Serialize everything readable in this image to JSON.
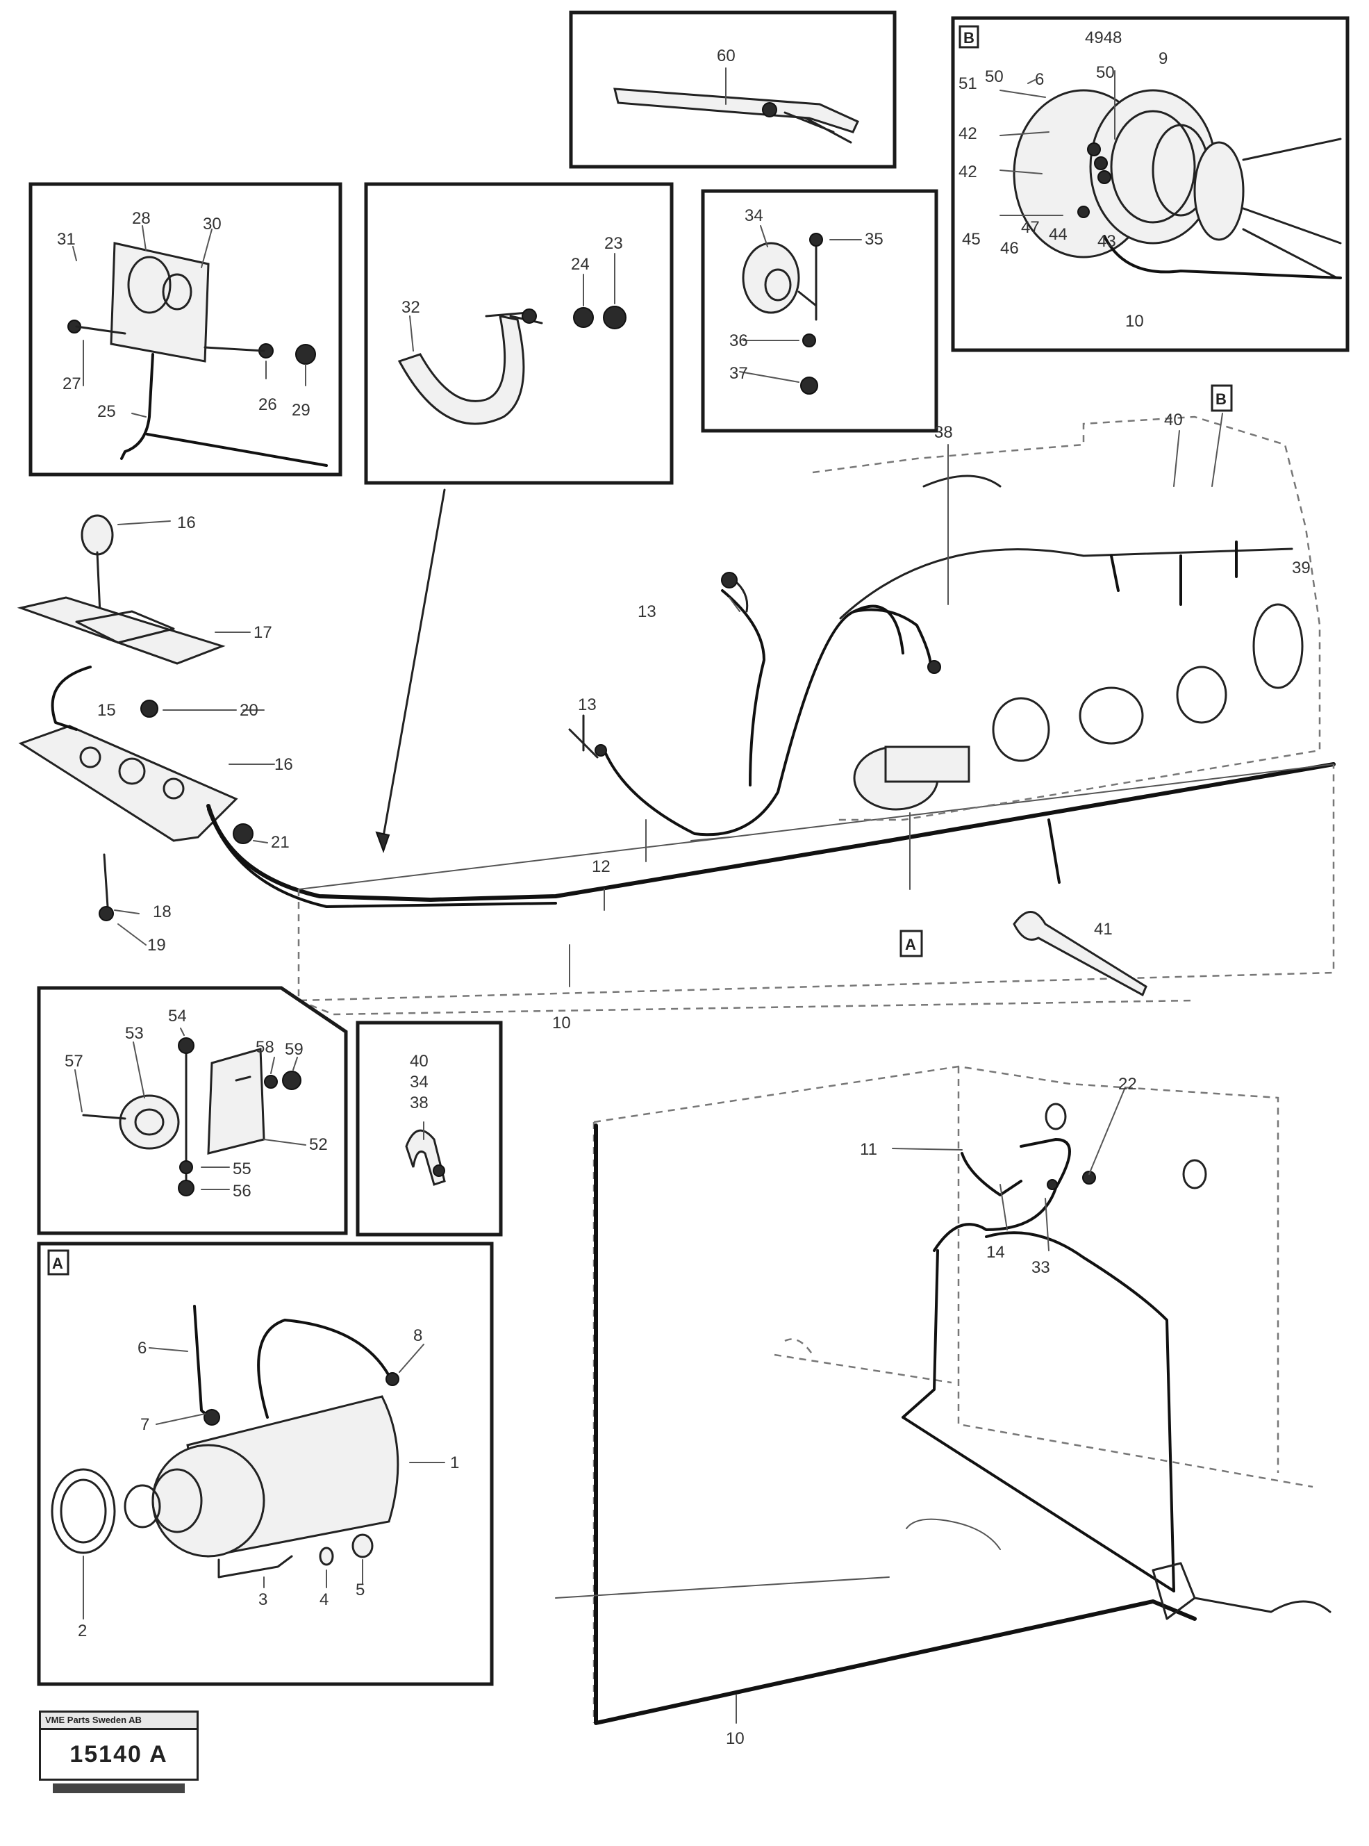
{
  "callouts": {
    "n1": "1",
    "n2": "2",
    "n3": "3",
    "n4": "4",
    "n5": "5",
    "n6": "6",
    "n7": "7",
    "n8": "8",
    "n9": "9",
    "n10": "10",
    "n11": "11",
    "n12": "12",
    "n13": "13",
    "n14": "14",
    "n15": "15",
    "n16": "16",
    "n17": "17",
    "n18": "18",
    "n19": "19",
    "n20": "20",
    "n21": "21",
    "n22": "22",
    "n23": "23",
    "n24": "24",
    "n25": "25",
    "n26": "26",
    "n27": "27",
    "n28": "28",
    "n29": "29",
    "n30": "30",
    "n31": "31",
    "n32": "32",
    "n33": "33",
    "n34": "34",
    "n35": "35",
    "n36": "36",
    "n37": "37",
    "n38": "38",
    "n39": "39",
    "n40": "40",
    "n41": "41",
    "n42": "42",
    "n43": "43",
    "n44": "44",
    "n45": "45",
    "n46": "46",
    "n47": "47",
    "n49_48": "4948",
    "n50": "50",
    "n51": "51",
    "n52": "52",
    "n53": "53",
    "n54": "54",
    "n55": "55",
    "n56": "56",
    "n57": "57",
    "n58": "58",
    "n59": "59",
    "n60": "60",
    "stack_top": "40",
    "stack_mid": "34",
    "stack_bot": "38"
  },
  "view_tags": {
    "a": "A",
    "b": "B"
  },
  "stamp": {
    "company": "VME Parts Sweden AB",
    "code": "15140 A"
  },
  "colors": {
    "ink": "#222222",
    "paper": "#ffffff"
  }
}
